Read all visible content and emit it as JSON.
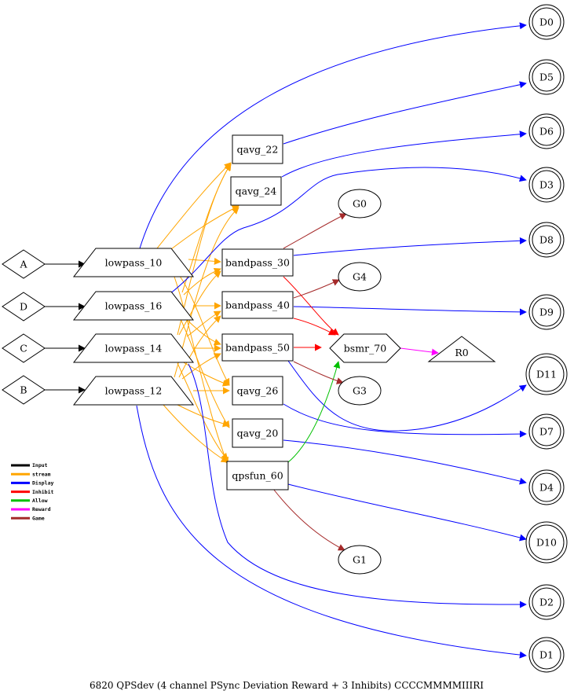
{
  "caption": "6820 QPSdev   (4 channel PSync Deviation Reward + 3 Inhibits) CCCCMMMMIIIRI",
  "colors": {
    "Input": "#000000",
    "stream": "#ffa500",
    "Display": "#0000ff",
    "Inhibit": "#ff0000",
    "Allow": "#00c000",
    "Reward": "#ff00ff",
    "Game": "#a52a2a"
  },
  "legend": [
    {
      "label": "Input",
      "color": "#000000"
    },
    {
      "label": "stream",
      "color": "#ffa500"
    },
    {
      "label": "Display",
      "color": "#0000ff"
    },
    {
      "label": "Inhibit",
      "color": "#ff0000"
    },
    {
      "label": "Allow",
      "color": "#00c000"
    },
    {
      "label": "Reward",
      "color": "#ff00ff"
    },
    {
      "label": "Game",
      "color": "#a52a2a"
    }
  ],
  "nodes": {
    "A": {
      "label": "A",
      "shape": "diamond"
    },
    "D": {
      "label": "D",
      "shape": "diamond"
    },
    "C": {
      "label": "C",
      "shape": "diamond"
    },
    "B": {
      "label": "B",
      "shape": "diamond"
    },
    "lowpass_10": {
      "label": "lowpass_10",
      "shape": "trapezium"
    },
    "lowpass_16": {
      "label": "lowpass_16",
      "shape": "trapezium"
    },
    "lowpass_14": {
      "label": "lowpass_14",
      "shape": "trapezium"
    },
    "lowpass_12": {
      "label": "lowpass_12",
      "shape": "trapezium"
    },
    "qavg_22": {
      "label": "qavg_22",
      "shape": "box"
    },
    "qavg_24": {
      "label": "qavg_24",
      "shape": "box"
    },
    "bandpass_30": {
      "label": "bandpass_30",
      "shape": "box"
    },
    "bandpass_40": {
      "label": "bandpass_40",
      "shape": "box"
    },
    "bandpass_50": {
      "label": "bandpass_50",
      "shape": "box"
    },
    "qavg_26": {
      "label": "qavg_26",
      "shape": "box"
    },
    "qavg_20": {
      "label": "qavg_20",
      "shape": "box"
    },
    "qpsfun_60": {
      "label": "qpsfun_60",
      "shape": "box"
    },
    "bsmr_70": {
      "label": "bsmr_70",
      "shape": "hexagon"
    },
    "R0": {
      "label": "R0",
      "shape": "triangle"
    },
    "G0": {
      "label": "G0",
      "shape": "ellipse"
    },
    "G4": {
      "label": "G4",
      "shape": "ellipse"
    },
    "G3": {
      "label": "G3",
      "shape": "ellipse"
    },
    "G1": {
      "label": "G1",
      "shape": "ellipse"
    },
    "D0": {
      "label": "D0",
      "shape": "doublecircle"
    },
    "D5": {
      "label": "D5",
      "shape": "doublecircle"
    },
    "D6": {
      "label": "D6",
      "shape": "doublecircle"
    },
    "D3": {
      "label": "D3",
      "shape": "doublecircle"
    },
    "D8": {
      "label": "D8",
      "shape": "doublecircle"
    },
    "D9": {
      "label": "D9",
      "shape": "doublecircle"
    },
    "D11": {
      "label": "D11",
      "shape": "doublecircle"
    },
    "D7": {
      "label": "D7",
      "shape": "doublecircle"
    },
    "D4": {
      "label": "D4",
      "shape": "doublecircle"
    },
    "D10": {
      "label": "D10",
      "shape": "doublecircle"
    },
    "D2": {
      "label": "D2",
      "shape": "doublecircle"
    },
    "D1": {
      "label": "D1",
      "shape": "doublecircle"
    }
  },
  "edges": [
    {
      "from": "A",
      "to": "lowpass_10",
      "type": "Input"
    },
    {
      "from": "D",
      "to": "lowpass_16",
      "type": "Input"
    },
    {
      "from": "C",
      "to": "lowpass_14",
      "type": "Input"
    },
    {
      "from": "B",
      "to": "lowpass_12",
      "type": "Input"
    },
    {
      "from": "lowpass_10",
      "to": "qavg_22",
      "type": "stream"
    },
    {
      "from": "lowpass_10",
      "to": "qavg_24",
      "type": "stream"
    },
    {
      "from": "lowpass_10",
      "to": "bandpass_30",
      "type": "stream"
    },
    {
      "from": "lowpass_10",
      "to": "qavg_26",
      "type": "stream"
    },
    {
      "from": "lowpass_10",
      "to": "qpsfun_60",
      "type": "stream"
    },
    {
      "from": "lowpass_16",
      "to": "qavg_22",
      "type": "stream"
    },
    {
      "from": "lowpass_16",
      "to": "bandpass_30",
      "type": "stream"
    },
    {
      "from": "lowpass_16",
      "to": "bandpass_40",
      "type": "stream"
    },
    {
      "from": "lowpass_16",
      "to": "bandpass_50",
      "type": "stream"
    },
    {
      "from": "lowpass_16",
      "to": "qavg_20",
      "type": "stream"
    },
    {
      "from": "lowpass_14",
      "to": "qavg_22",
      "type": "stream"
    },
    {
      "from": "lowpass_14",
      "to": "bandpass_30",
      "type": "stream"
    },
    {
      "from": "lowpass_14",
      "to": "bandpass_40",
      "type": "stream"
    },
    {
      "from": "lowpass_14",
      "to": "bandpass_50",
      "type": "stream"
    },
    {
      "from": "lowpass_14",
      "to": "qavg_26",
      "type": "stream"
    },
    {
      "from": "lowpass_14",
      "to": "qpsfun_60",
      "type": "stream"
    },
    {
      "from": "lowpass_12",
      "to": "qavg_24",
      "type": "stream"
    },
    {
      "from": "lowpass_12",
      "to": "bandpass_40",
      "type": "stream"
    },
    {
      "from": "lowpass_12",
      "to": "bandpass_50",
      "type": "stream"
    },
    {
      "from": "lowpass_12",
      "to": "qavg_26",
      "type": "stream"
    },
    {
      "from": "lowpass_12",
      "to": "qavg_20",
      "type": "stream"
    },
    {
      "from": "lowpass_12",
      "to": "qpsfun_60",
      "type": "stream"
    },
    {
      "from": "lowpass_10",
      "to": "D0",
      "type": "Display"
    },
    {
      "from": "qavg_22",
      "to": "D5",
      "type": "Display"
    },
    {
      "from": "qavg_24",
      "to": "D6",
      "type": "Display"
    },
    {
      "from": "lowpass_16",
      "to": "D3",
      "type": "Display"
    },
    {
      "from": "bandpass_30",
      "to": "D8",
      "type": "Display"
    },
    {
      "from": "bandpass_40",
      "to": "D9",
      "type": "Display"
    },
    {
      "from": "bandpass_50",
      "to": "D11",
      "type": "Display"
    },
    {
      "from": "qavg_26",
      "to": "D7",
      "type": "Display"
    },
    {
      "from": "qavg_20",
      "to": "D4",
      "type": "Display"
    },
    {
      "from": "qpsfun_60",
      "to": "D10",
      "type": "Display"
    },
    {
      "from": "lowpass_14",
      "to": "D2",
      "type": "Display"
    },
    {
      "from": "lowpass_12",
      "to": "D1",
      "type": "Display"
    },
    {
      "from": "bandpass_30",
      "to": "bsmr_70",
      "type": "Inhibit"
    },
    {
      "from": "bandpass_40",
      "to": "bsmr_70",
      "type": "Inhibit"
    },
    {
      "from": "bandpass_50",
      "to": "bsmr_70",
      "type": "Inhibit"
    },
    {
      "from": "qpsfun_60",
      "to": "bsmr_70",
      "type": "Allow"
    },
    {
      "from": "bsmr_70",
      "to": "R0",
      "type": "Reward"
    },
    {
      "from": "bandpass_30",
      "to": "G0",
      "type": "Game"
    },
    {
      "from": "bandpass_40",
      "to": "G4",
      "type": "Game"
    },
    {
      "from": "bandpass_50",
      "to": "G3",
      "type": "Game"
    },
    {
      "from": "qpsfun_60",
      "to": "G1",
      "type": "Game"
    }
  ]
}
